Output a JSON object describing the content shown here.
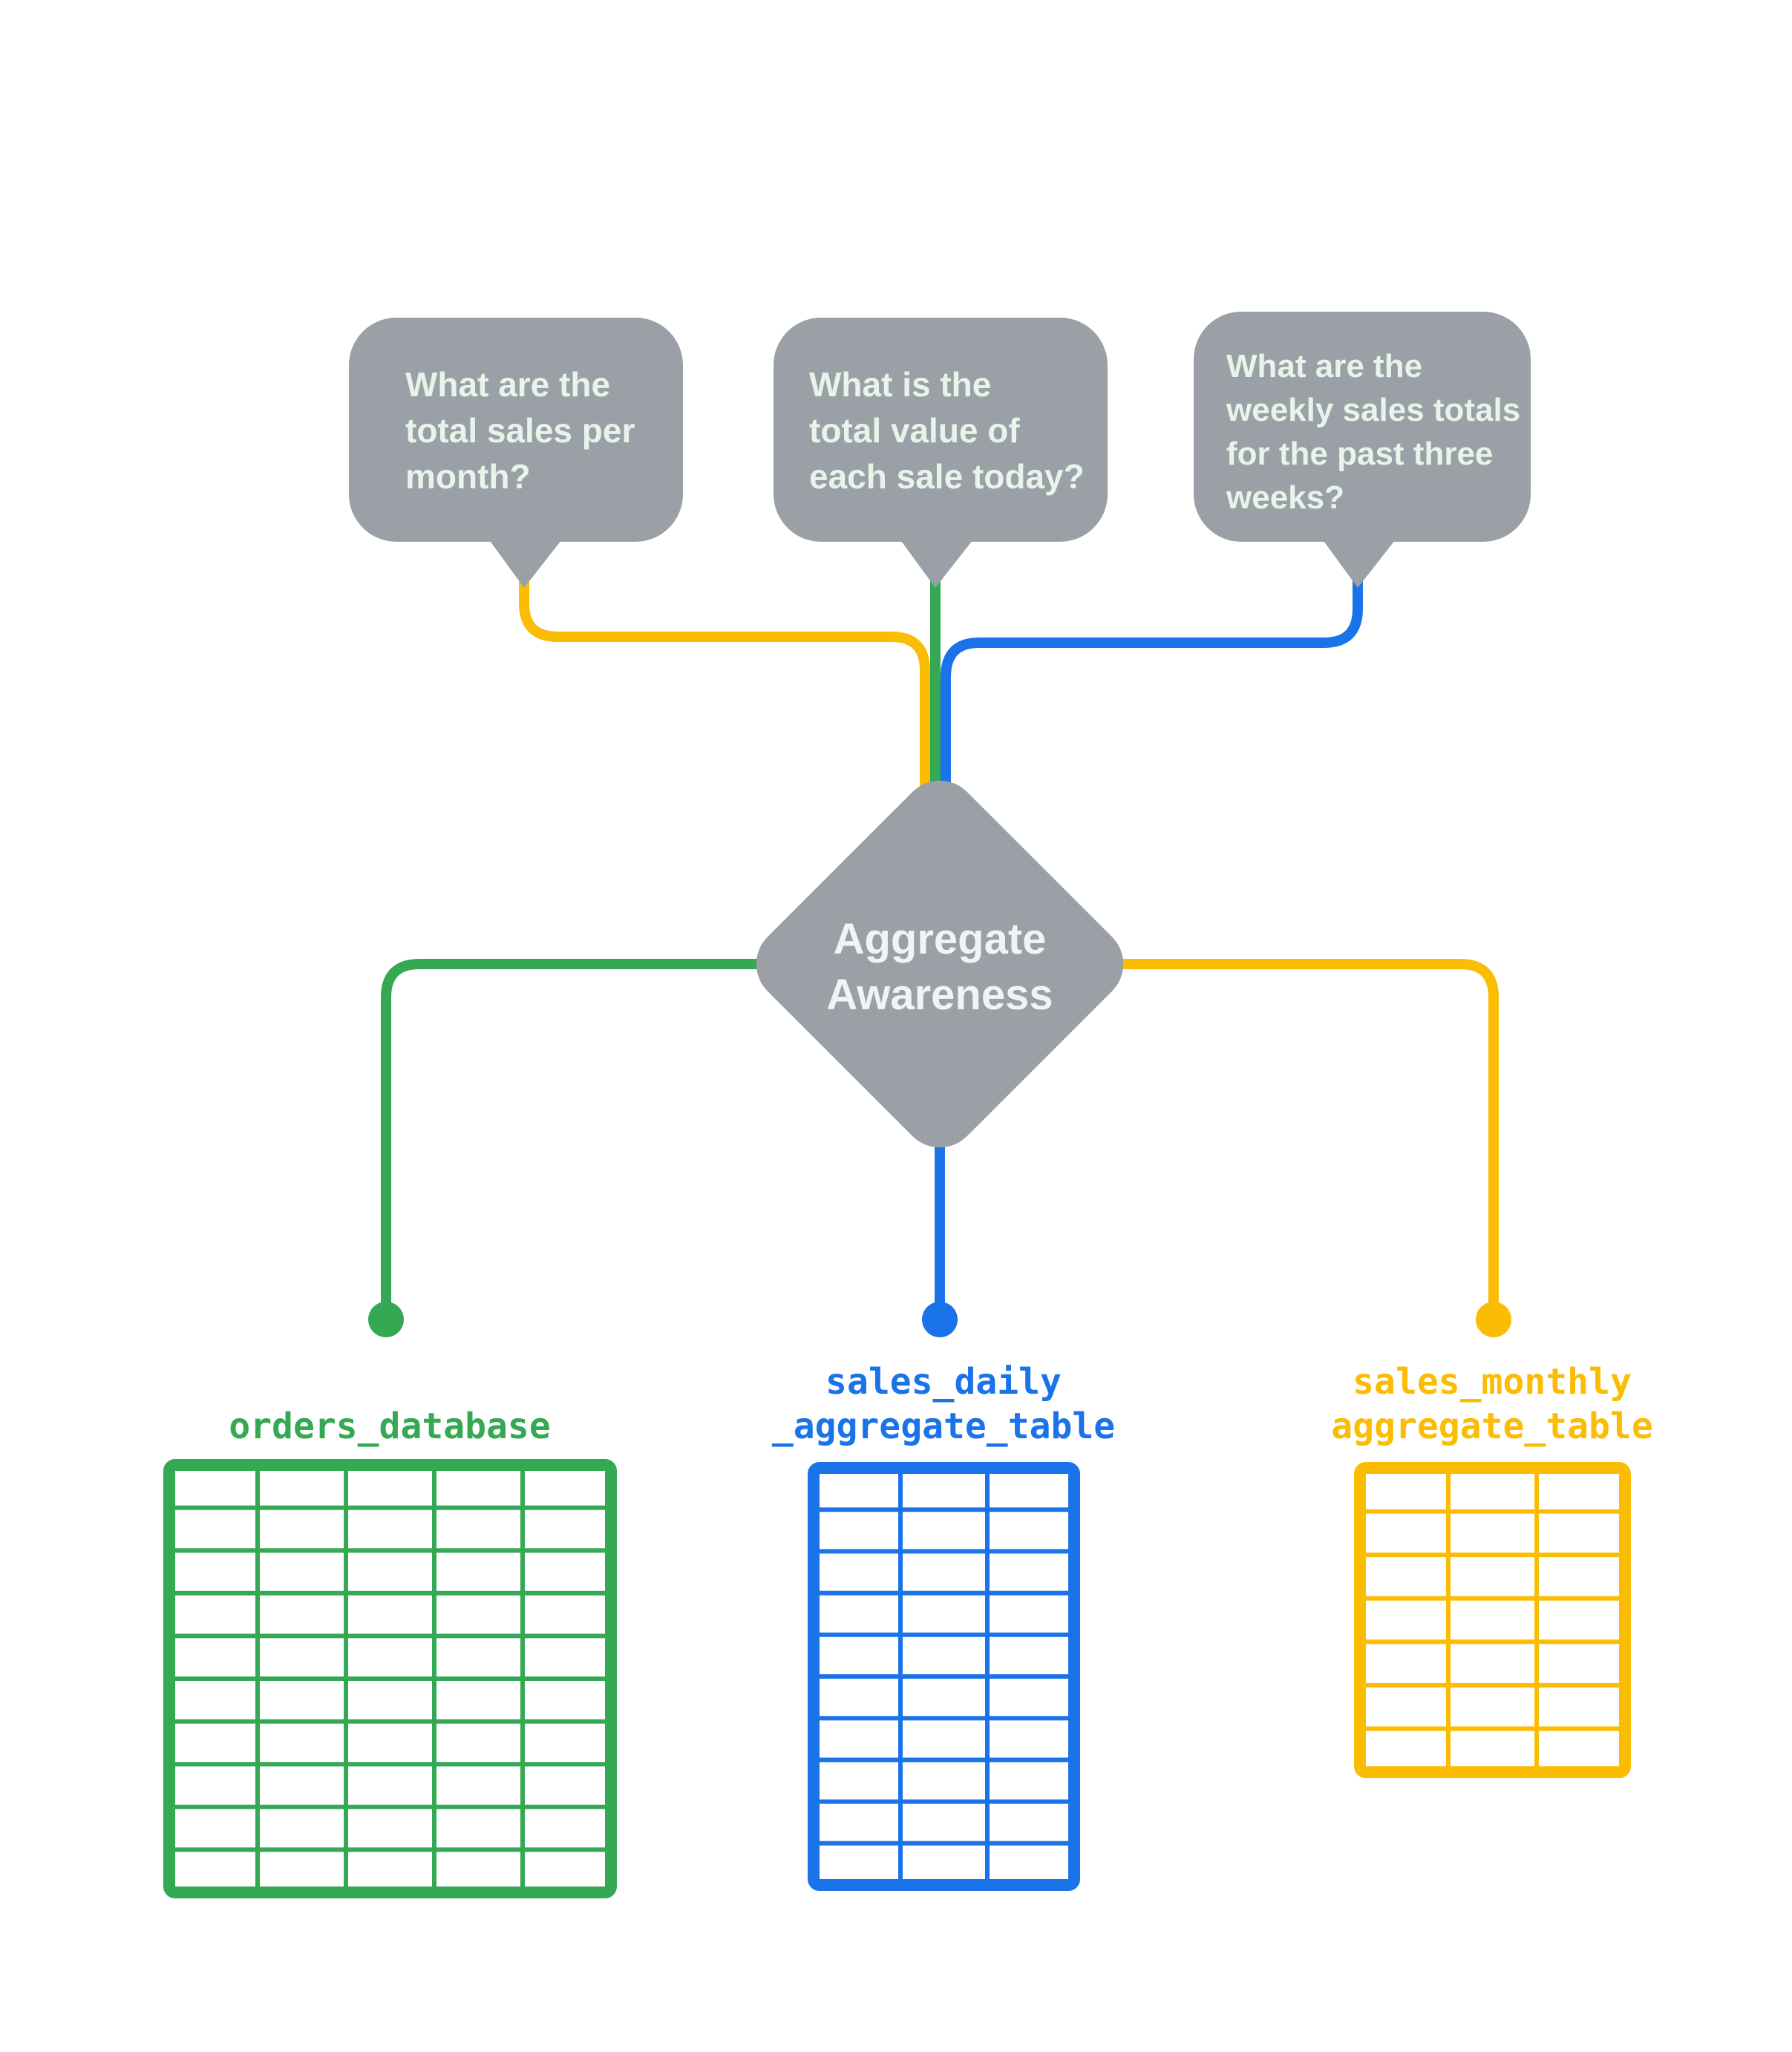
{
  "colors": {
    "gray": "#9AA0A6",
    "bubble_text": "#E6F4EA",
    "diamond_text": "#F1F3F4",
    "green": "#34A853",
    "blue": "#1A73E8",
    "yellow": "#FBBC04",
    "background": "#FFFFFF"
  },
  "bubbles": [
    {
      "lines": [
        "What are the",
        "total sales per",
        "month?"
      ],
      "connector_color_name": "yellow"
    },
    {
      "lines": [
        "What is the",
        "total value of",
        "each sale today?"
      ],
      "connector_color_name": "green"
    },
    {
      "lines": [
        "What are the",
        "weekly sales totals",
        "for the past three",
        "weeks?"
      ],
      "connector_color_name": "blue"
    }
  ],
  "diamond": {
    "lines": [
      "Aggregate",
      "Awareness"
    ]
  },
  "tables": [
    {
      "label_lines": [
        "orders_database"
      ],
      "color": "#34A853",
      "columns": 5,
      "rows": 10
    },
    {
      "label_lines": [
        "sales_daily",
        "_aggregate_table"
      ],
      "color": "#1A73E8",
      "columns": 3,
      "rows": 10
    },
    {
      "label_lines": [
        "sales_monthly",
        "aggregate_table"
      ],
      "color": "#FBBC04",
      "columns": 3,
      "rows": 7
    }
  ]
}
